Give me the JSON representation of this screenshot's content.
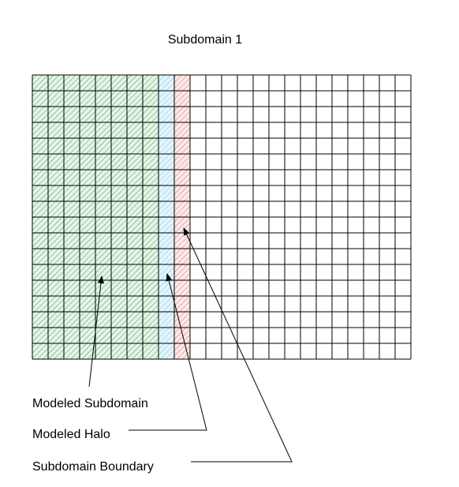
{
  "title": "Subdomain 1",
  "labels": {
    "modeled_subdomain": "Modeled Subdomain",
    "modeled_halo": "Modeled Halo",
    "subdomain_boundary": "Subdomain Boundary"
  },
  "grid": {
    "columns": 24,
    "rows": 18,
    "modeled_subdomain_columns": 8,
    "modeled_halo_columns": 1,
    "subdomain_boundary_columns": 1
  },
  "colors": {
    "modeled_subdomain_hatch": "#2e9e4a",
    "modeled_subdomain_fill": "#e6f4e8",
    "modeled_halo_hatch": "#6fc3e8",
    "modeled_halo_fill": "#e4f5fb",
    "subdomain_boundary_hatch": "#e06666",
    "subdomain_boundary_fill": "#fbeaea",
    "grid_line": "#000000"
  }
}
